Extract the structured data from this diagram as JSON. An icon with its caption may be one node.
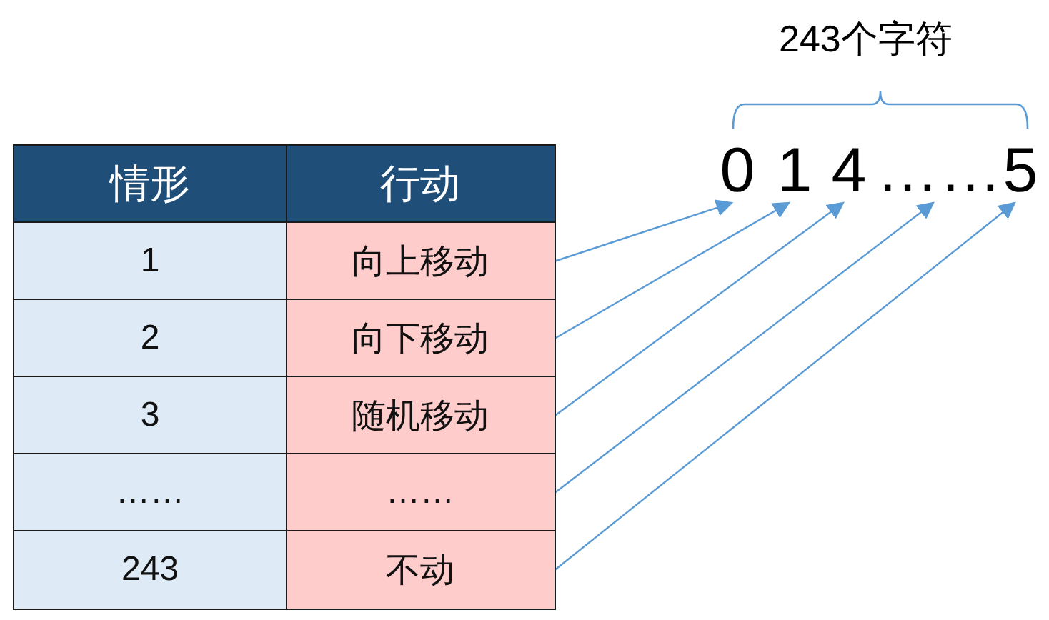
{
  "diagram": {
    "nodes": [
      {
        "text": [
          "情形"
        ]
      },
      {
        "text": [
          "行动"
        ]
      },
      {
        "text": [
          "1"
        ]
      },
      {
        "text": [
          "向上移动"
        ]
      },
      {
        "text": [
          "2"
        ]
      },
      {
        "text": [
          "向下移动"
        ]
      },
      {
        "text": [
          "3"
        ]
      },
      {
        "text": [
          "随机移动"
        ]
      },
      {
        "text": [
          "……"
        ]
      },
      {
        "text": [
          "……"
        ]
      },
      {
        "text": [
          "243"
        ]
      },
      {
        "text": [
          "不动"
        ]
      },
      {
        "text": [
          "0"
        ]
      },
      {
        "text": [
          "1"
        ]
      },
      {
        "text": [
          "4"
        ]
      },
      {
        "text": [
          "……"
        ]
      },
      {
        "text": [
          "5"
        ]
      }
    ],
    "edges": [
      {
        "from": 3,
        "to": 12,
        "arrow": "to"
      },
      {
        "from": 5,
        "to": 13,
        "arrow": "to"
      },
      {
        "from": 7,
        "to": 14,
        "arrow": "to"
      },
      {
        "from": 9,
        "to": 15,
        "arrow": "to"
      },
      {
        "from": 11,
        "to": 16,
        "arrow": "to"
      }
    ],
    "labels": [
      "243个字符"
    ]
  }
}
